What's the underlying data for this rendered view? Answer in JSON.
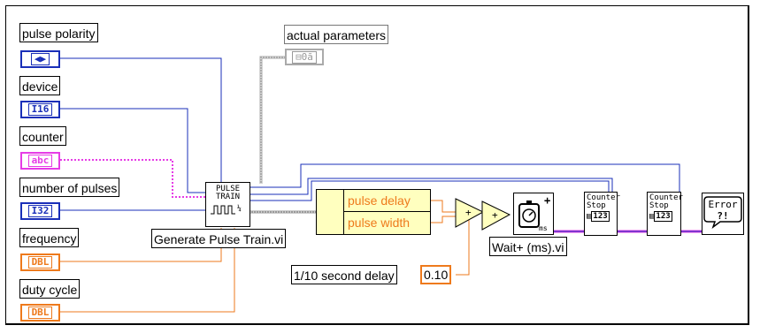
{
  "controls": [
    {
      "label": "pulse polarity",
      "type": "ring",
      "glyph": "◀▶"
    },
    {
      "label": "device",
      "type": "I16",
      "glyph": "I16"
    },
    {
      "label": "counter",
      "type": "string",
      "glyph": "abc"
    },
    {
      "label": "number of pulses",
      "type": "I32",
      "glyph": "I32"
    },
    {
      "label": "frequency",
      "type": "DBL",
      "glyph": "DBL"
    },
    {
      "label": "duty cycle",
      "type": "DBL",
      "glyph": "DBL"
    }
  ],
  "indicators": [
    {
      "label": "actual parameters",
      "glyph": "⊟0ā"
    }
  ],
  "subvis": {
    "generate_icon": {
      "line1": "PULSE",
      "line2": "TRAIN"
    },
    "generate_label": "Generate Pulse Train.vi",
    "wait_label": "Wait+ (ms).vi",
    "wait_unit": "ms",
    "counter_stop_1": {
      "line1": "Counter",
      "line2": "Stop",
      "glyph": "123"
    },
    "counter_stop_2": {
      "line1": "Counter",
      "line2": "Stop",
      "glyph": "123"
    },
    "error_icon": {
      "line1": "Error",
      "line2": "?!"
    }
  },
  "unbundle": {
    "fields": [
      "pulse delay",
      "pulse width"
    ]
  },
  "constant": {
    "label": "1/10 second delay",
    "value": "0.10"
  },
  "colors": {
    "int_wire": "#1a2fb8",
    "string_wire": "#e63be6",
    "float_wire": "#ee7a1c",
    "cluster_wire": "#999999",
    "bundle_fill": "#ffffbf"
  }
}
